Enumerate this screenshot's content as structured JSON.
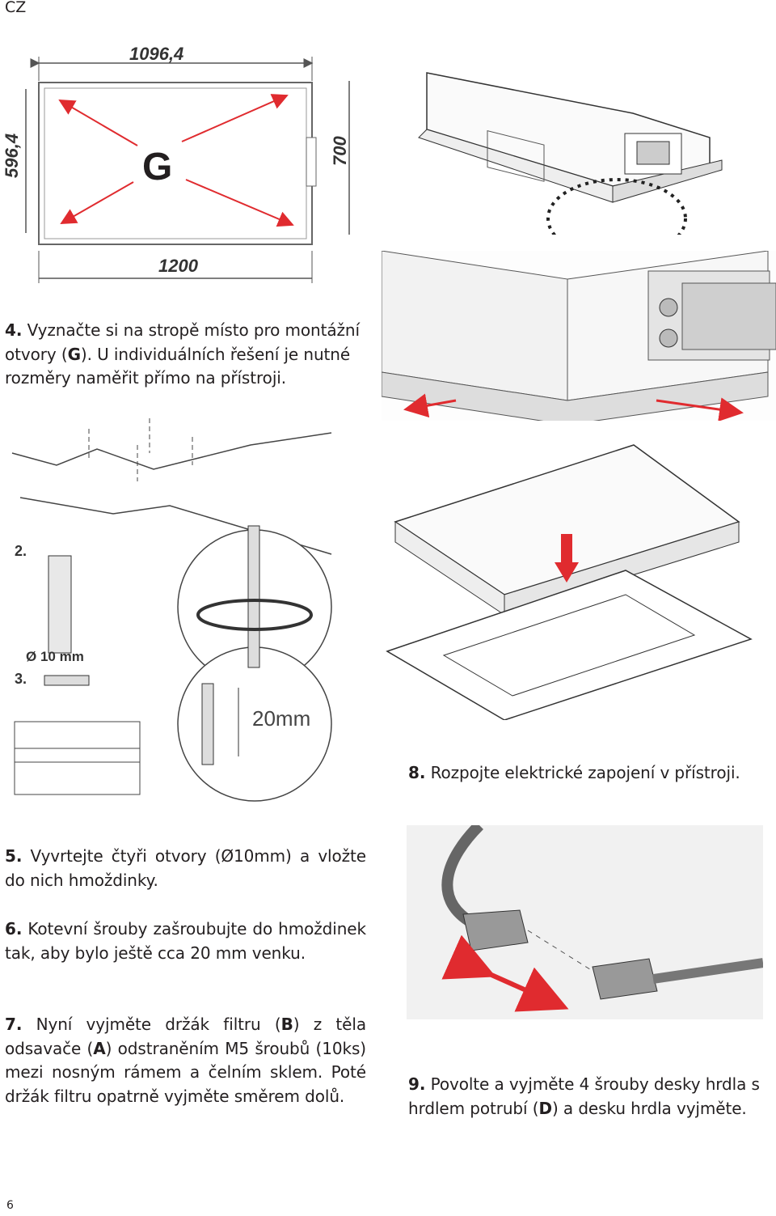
{
  "page": {
    "language_tag": "CZ",
    "page_number": "6"
  },
  "colors": {
    "accent_red": "#e02b2f",
    "line_gray": "#6d6e70",
    "text": "#231f20"
  },
  "figure_g": {
    "dim_top": "1096,4",
    "dim_left": "596,4",
    "dim_right": "700",
    "dim_bottom": "1200",
    "center_label": "G"
  },
  "figure_drill": {
    "step2": "2.",
    "step3": "3.",
    "drill_size": "Ø 10 mm",
    "depth": "20mm"
  },
  "steps": {
    "s4": {
      "num": "4.",
      "pre": " Vyznačte si na stropě místo pro montážní otvory (",
      "bold": "G",
      "post": "). U individuálních řešení je nutné rozměry naměřit přímo na přístroji."
    },
    "s5": {
      "num": "5.",
      "text": " Vyvrtejte čtyři otvory (Ø10mm) a vložte do nich hmoždinky."
    },
    "s6": {
      "num": "6.",
      "text": " Kotevní šrouby zašroubujte do hmoždinek tak, aby bylo ještě cca 20 mm venku."
    },
    "s7": {
      "num": "7.",
      "t1": " Nyní vyjměte držák filtru (",
      "b1": "B",
      "t2": ") z těla odsavače (",
      "b2": "A",
      "t3": ") odstraněním M5 šroubů (10ks) mezi nosným rámem a čelním sklem. Poté držák filtru opatrně vyjměte směrem dolů."
    },
    "s8": {
      "num": "8.",
      "text": " Rozpojte elektrické zapojení v přístroji."
    },
    "s9": {
      "num": "9.",
      "t1": " Povolte a vyjměte 4 šrouby desky hrdla s hrdlem potrubí (",
      "b1": "D",
      "t2": ") a desku hrdla vyjměte."
    }
  }
}
